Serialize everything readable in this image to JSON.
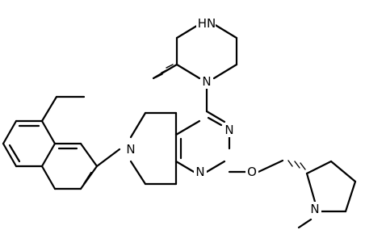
{
  "molecule": {
    "atoms": [
      {
        "id": "HN",
        "label": "HN"
      },
      {
        "id": "N1",
        "label": "N"
      },
      {
        "id": "N2",
        "label": "N"
      },
      {
        "id": "N3",
        "label": "N"
      },
      {
        "id": "N4",
        "label": "N"
      },
      {
        "id": "N5",
        "label": "N"
      },
      {
        "id": "O",
        "label": "O"
      }
    ],
    "stereo": [
      {
        "id": "wedge-piperazine",
        "type": "hashed"
      },
      {
        "id": "wedge-pyrrolidine",
        "type": "hashed"
      }
    ]
  },
  "colors": {
    "bond": "#000000",
    "background": "#ffffff"
  }
}
